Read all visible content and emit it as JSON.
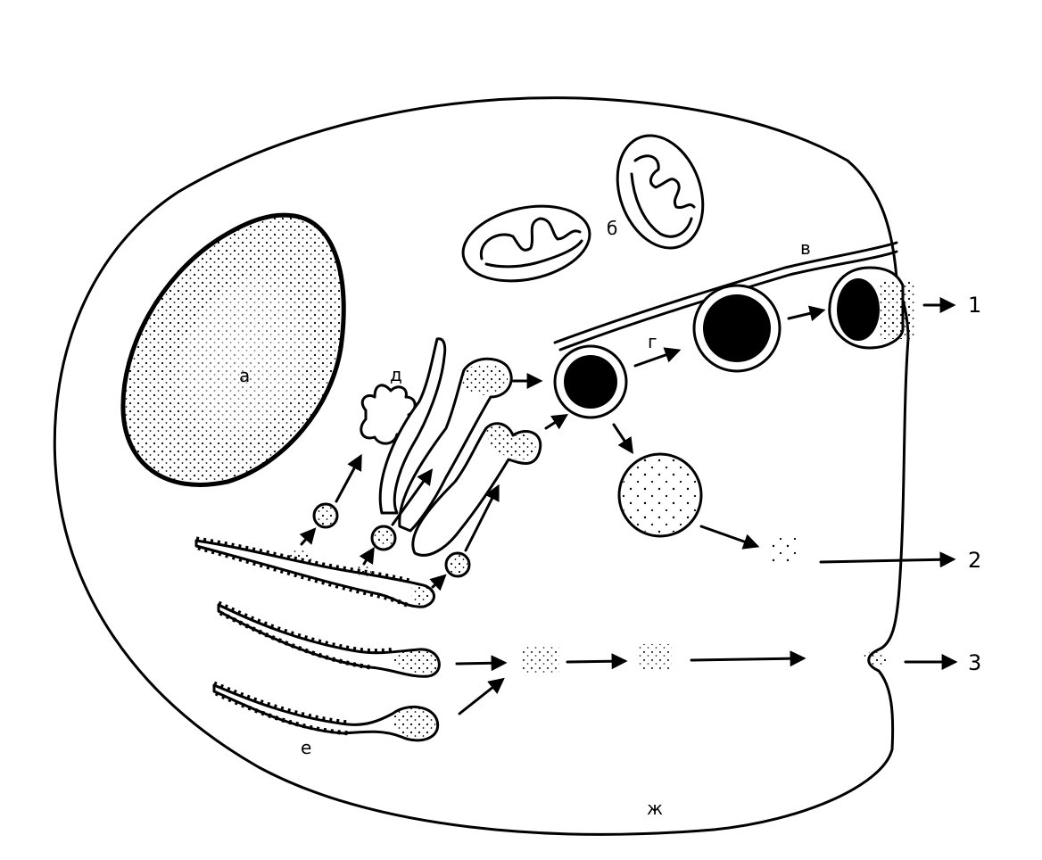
{
  "labels": {
    "a": "а",
    "b": "б",
    "v": "в",
    "g": "г",
    "d": "д",
    "e": "е",
    "zh": "ж"
  },
  "outputs": {
    "one": "1",
    "two": "2",
    "three": "3"
  }
}
